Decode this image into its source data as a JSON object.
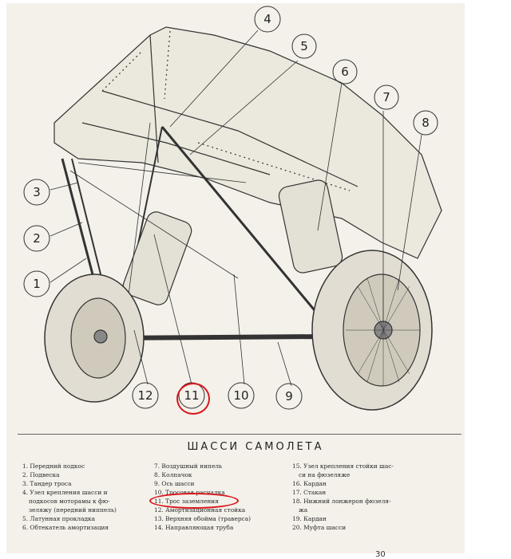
{
  "caption": "ШАССИ САМОЛЕТА",
  "callouts": [
    "1",
    "2",
    "3",
    "4",
    "5",
    "6",
    "7",
    "8",
    "9",
    "10",
    "11",
    "12"
  ],
  "legend": {
    "col1": [
      "1. Передний подкос",
      "2. Подвеска",
      "3. Тандер троса",
      "4. Узел крепления шасси и",
      "   подкосов моторамы к фю-",
      "   зеляжу (передний ниппель)",
      "5. Латунная прокладка",
      "6. Обтекатель амортизация"
    ],
    "col2": [
      "7. Воздушный нипель",
      "8. Колпачок",
      "9. Ось шасси",
      "10. Тросовая расчалка",
      "11. Трос заземления",
      "12. Амортизационная стойка",
      "13. Верхняя обойма (траверса)",
      "14. Направляющая труба"
    ],
    "col3": [
      "15. Узел крепления стойки шас-",
      "    си на фюзеляже",
      "16. Кардан",
      "17. Стакан",
      "18. Нижний лонжерон фюзеля-",
      "    жа",
      "19. Кардан",
      "20. Муфта шасси"
    ]
  },
  "page_number": "30",
  "colors": {
    "ink": "#2a2a2a",
    "paper": "#f3f1ea",
    "highlight": "#d9161c"
  }
}
